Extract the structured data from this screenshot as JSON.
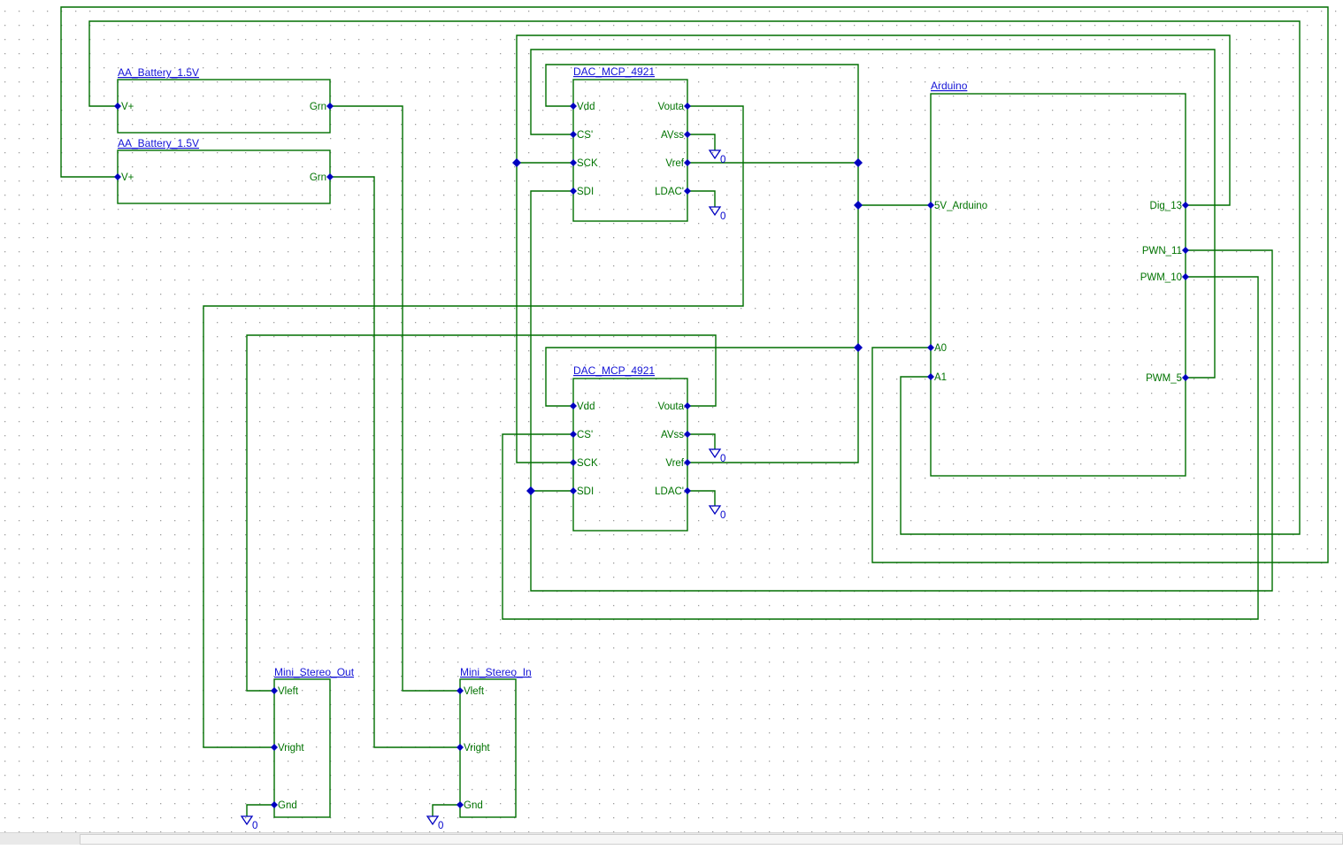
{
  "colors": {
    "wire_green": "#006f00",
    "label_green": "#007300",
    "title_blue": "#1414d6",
    "pin_junction_blue": "#0000c0",
    "grid_dot_gray": "#9c9c9c",
    "background": "#ffffff"
  },
  "components": {
    "battery1": {
      "title": "AA_Battery_1.5V",
      "pins": {
        "vplus": "V+",
        "grn": "Grn"
      }
    },
    "battery2": {
      "title": "AA_Battery_1.5V",
      "pins": {
        "vplus": "V+",
        "grn": "Grn"
      }
    },
    "dac1": {
      "title": "DAC_MCP_4921",
      "pins": {
        "vdd": "Vdd",
        "cs": "CS'",
        "sck": "SCK",
        "sdi": "SDI",
        "vouta": "Vouta",
        "avss": "AVss",
        "vref": "Vref",
        "ldac": "LDAC'"
      }
    },
    "dac2": {
      "title": "DAC_MCP_4921",
      "pins": {
        "vdd": "Vdd",
        "cs": "CS'",
        "sck": "SCK",
        "sdi": "SDI",
        "vouta": "Vouta",
        "avss": "AVss",
        "vref": "Vref",
        "ldac": "LDAC'"
      }
    },
    "arduino": {
      "title": "Arduino",
      "pins": {
        "v5": "5V_Arduino",
        "a0": "A0",
        "a1": "A1",
        "dig13": "Dig_13",
        "pwn11": "PWN_11",
        "pwm10": "PWM_10",
        "pwm5": "PWM_5"
      }
    },
    "stereo_out": {
      "title": "Mini_Stereo_Out",
      "pins": {
        "vleft": "Vleft",
        "vright": "Vright",
        "gnd": "Gnd"
      }
    },
    "stereo_in": {
      "title": "Mini_Stereo_In",
      "pins": {
        "vleft": "Vleft",
        "vright": "Vright",
        "gnd": "Gnd"
      }
    }
  },
  "ground_label": "0"
}
